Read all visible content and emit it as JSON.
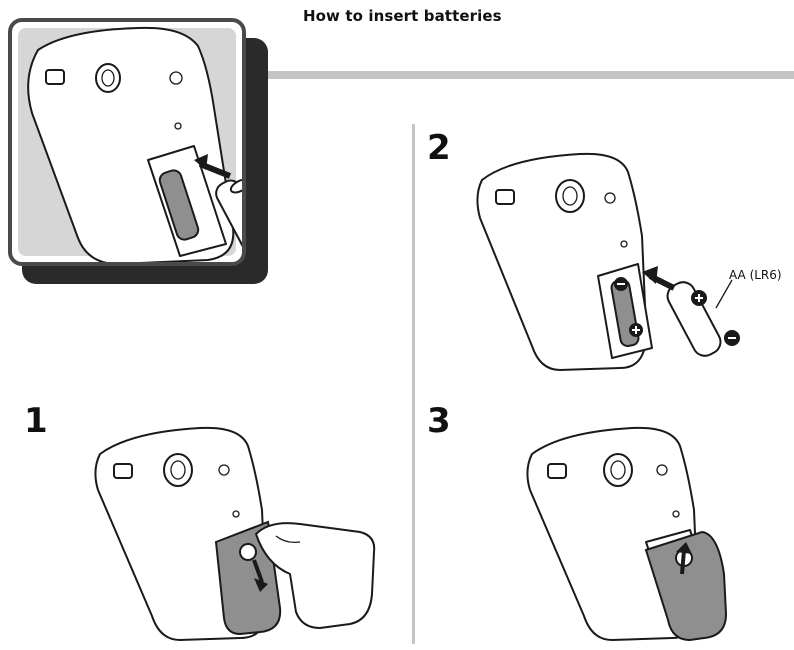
{
  "page": {
    "title": "How to insert batteries",
    "steps": [
      {
        "number": "1"
      },
      {
        "number": "2",
        "battery_label": "AA (LR6)"
      },
      {
        "number": "3"
      }
    ]
  },
  "colors": {
    "rule_grey": "#c4c4c4",
    "frame_dark": "#2a2a2a",
    "cover_grey": "#8f8f8f"
  },
  "icons": [
    "camera-back-illustration",
    "battery-illustration",
    "arrow-icon",
    "plus-icon",
    "minus-icon",
    "hand-illustration"
  ]
}
